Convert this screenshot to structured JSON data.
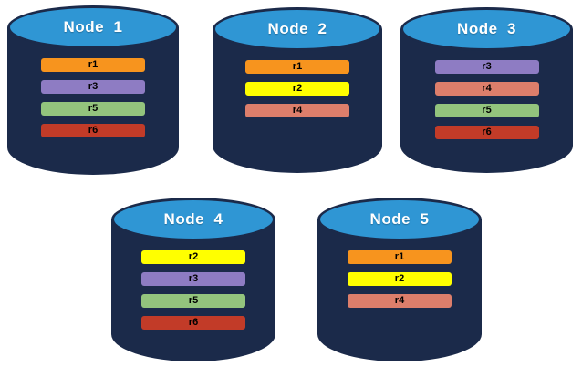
{
  "diagram": {
    "type": "distributed-database-replica-placement",
    "background": "#FFFFFF"
  },
  "palette": {
    "cylinder_body": "#1B2A4A",
    "cylinder_top": "#2F96D4",
    "node_label_text": "#FFFFFF",
    "bar_label_text": "#000000"
  },
  "replica_colors": {
    "r1": "#F7941E",
    "r2": "#FFFF00",
    "r3": "#8E7CC3",
    "r4": "#DD7E6B",
    "r5": "#93C47D",
    "r6": "#C23B28"
  },
  "nodes": [
    {
      "label": "Node  1",
      "replicas": [
        "r1",
        "r3",
        "r5",
        "r6"
      ]
    },
    {
      "label": "Node  2",
      "replicas": [
        "r1",
        "r2",
        "r4"
      ]
    },
    {
      "label": "Node  3",
      "replicas": [
        "r3",
        "r4",
        "r5",
        "r6"
      ]
    },
    {
      "label": "Node  4",
      "replicas": [
        "r2",
        "r3",
        "r5",
        "r6"
      ]
    },
    {
      "label": "Node  5",
      "replicas": [
        "r1",
        "r2",
        "r4"
      ]
    }
  ]
}
